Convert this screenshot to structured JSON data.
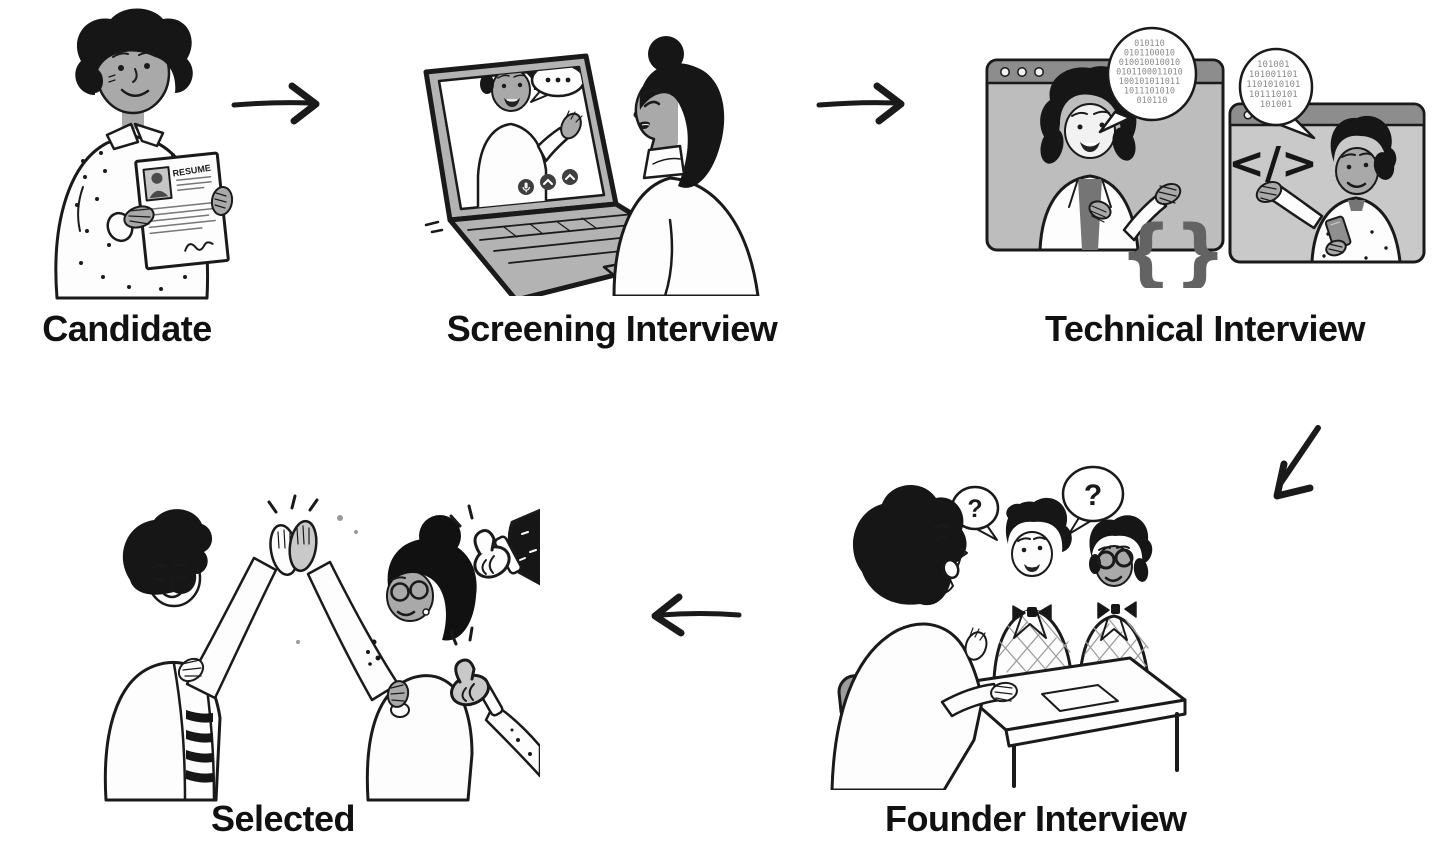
{
  "background": "#ffffff",
  "steps": {
    "candidate": {
      "label": "Candidate"
    },
    "screening": {
      "label": "Screening Interview"
    },
    "technical": {
      "label": "Technical Interview"
    },
    "founder": {
      "label": "Founder Interview"
    },
    "selected": {
      "label": "Selected"
    }
  },
  "candidate_art": {
    "resume_title": "RESUME"
  },
  "technical_art": {
    "binary_left": [
      "010110",
      "0101100010",
      "010010010010",
      "0101100011010",
      "100101011011",
      "1011101010",
      "010110"
    ],
    "binary_right": [
      "101001",
      "101001101",
      "1101010101",
      "101110101",
      "101001"
    ],
    "code_glyph": "</>",
    "braces_glyph": "{}"
  },
  "founder_art": {
    "question_left": "?",
    "question_right": "?"
  },
  "icons": {
    "arrow_candidate_to_screening": "arrow-right",
    "arrow_screening_to_technical": "arrow-right",
    "arrow_technical_to_founder": "arrow-down-left",
    "arrow_founder_to_selected": "arrow-left"
  },
  "colors": {
    "ink": "#1a1a1a",
    "label_text": "#111111",
    "skin_gray": "#a9a9a9",
    "hair_black": "#161616",
    "window_gray": "#bdbdbd",
    "window_gray_light": "#c9c9c9",
    "window_header_gray": "#8d8d8d",
    "laptop_gray": "#b3b3b3",
    "binary_text_gray": "#8a8a8a",
    "braces_gray": "#636363",
    "chair_gray": "#9c9c9c",
    "background": "#ffffff"
  }
}
